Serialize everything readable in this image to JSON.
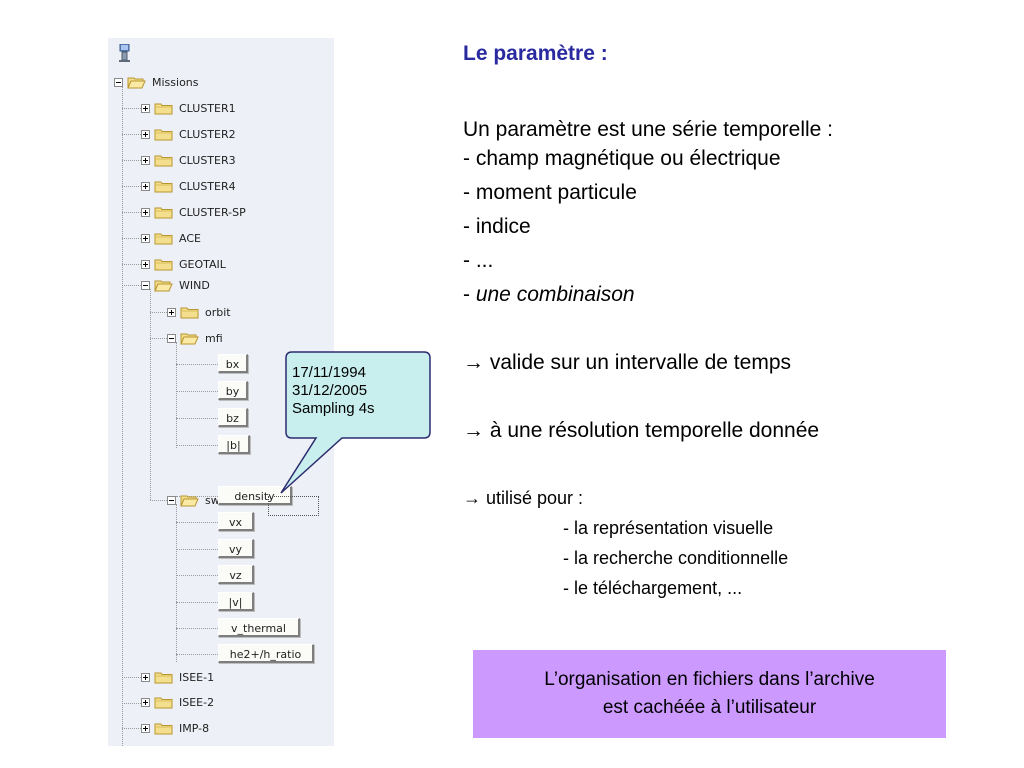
{
  "tree": {
    "root": "Missions",
    "missions_top": [
      "CLUSTER1",
      "CLUSTER2",
      "CLUSTER3",
      "CLUSTER4",
      "CLUSTER-SP",
      "ACE",
      "GEOTAIL"
    ],
    "wind": {
      "label": "WIND",
      "orbit": "orbit",
      "mfi": {
        "label": "mfi",
        "params": [
          "bx",
          "by",
          "bz",
          "|b|"
        ]
      },
      "swe": {
        "label": "swe",
        "params": [
          "density",
          "vx",
          "vy",
          "vz",
          "|v|",
          "v_thermal",
          "he2+/h_ratio"
        ]
      }
    },
    "missions_bottom": [
      "ISEE-1",
      "ISEE-2",
      "IMP-8"
    ]
  },
  "callout": {
    "lines": [
      "17/11/1994",
      "31/12/2005",
      "Sampling 4s"
    ],
    "fill": "#c9eeee",
    "stroke": "#2b2b6e"
  },
  "content": {
    "heading": "Le paramètre :",
    "intro": "Un paramètre est une série temporelle :",
    "items": [
      "- champ magnétique ou électrique",
      "- moment particule",
      "- indice",
      "- ..."
    ],
    "item_last_prefix": "- ",
    "item_last_em": "une combinaison",
    "arrow": "→",
    "valid": " valide sur un intervalle de temps",
    "resolution": " à une résolution temporelle donnée",
    "used_for": " utilisé pour :",
    "uses": [
      "- la représentation visuelle",
      "- la recherche conditionnelle",
      "- le téléchargement, ..."
    ]
  },
  "footer": {
    "line1": "L’organisation en fichiers dans l’archive",
    "line2": "est cachéée à l’utilisateur",
    "bg": "#cc99ff"
  },
  "colors": {
    "heading": "#2a2aa0",
    "tree_bg": "#eef0f7",
    "folder": "#f4df8e"
  }
}
